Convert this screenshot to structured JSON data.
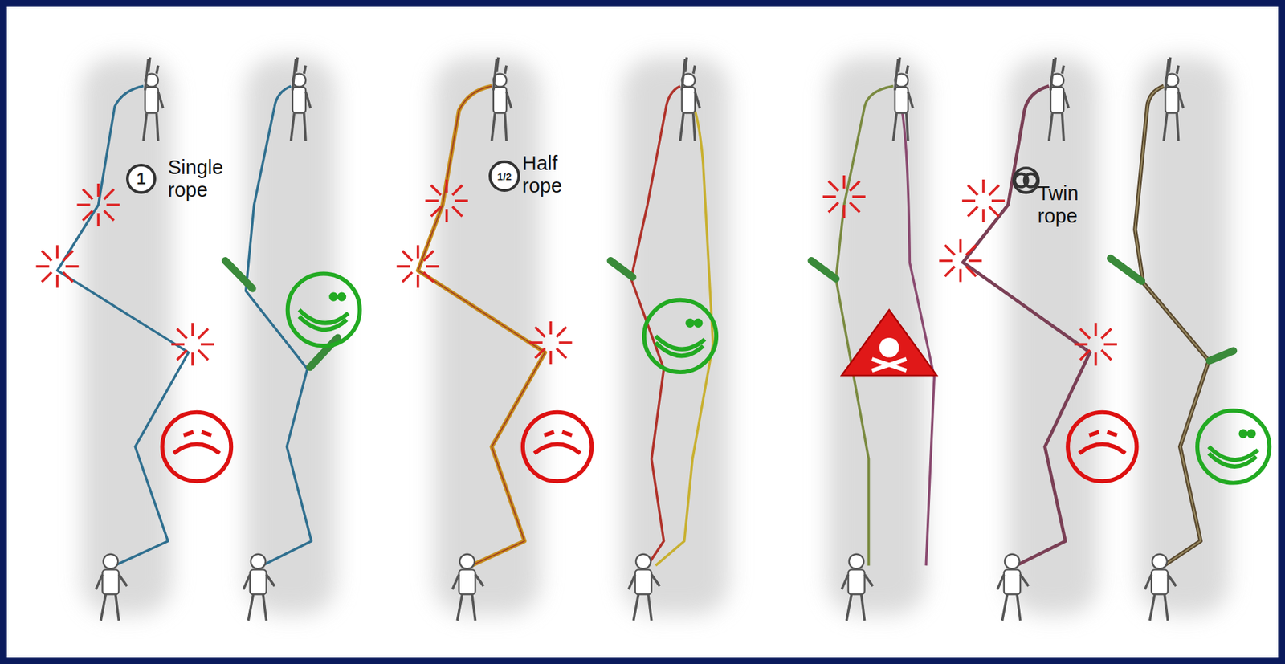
{
  "diagram": {
    "nodes": [
      {
        "text": [
          "1"
        ]
      },
      {
        "text": [
          "1/2"
        ]
      }
    ],
    "labels": [
      "Single rope",
      "Half rope",
      "Twin rope"
    ]
  }
}
